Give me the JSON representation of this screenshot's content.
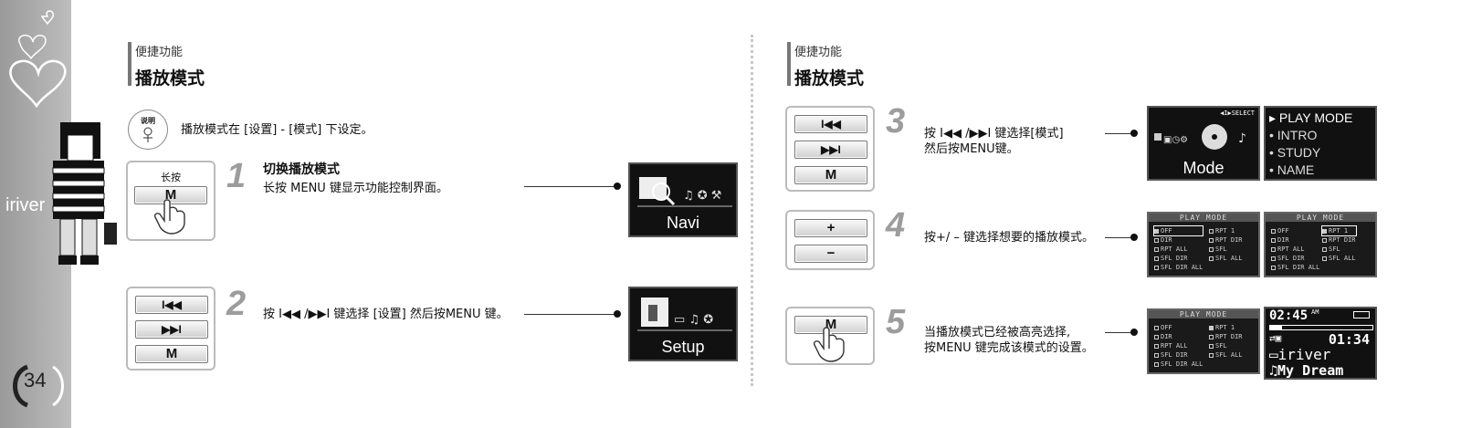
{
  "sidebar": {
    "brand": "iriver",
    "page_number": "34"
  },
  "left": {
    "section_small": "便捷功能",
    "section_title": "播放模式",
    "note_badge": "说明",
    "note_text": "播放模式在 [设置] - [模式] 下设定。",
    "step1": {
      "number": "1",
      "key_caption": "长按",
      "key_label": "M",
      "title": "切换播放模式",
      "text": "长按 MENU 键显示功能控制界面。",
      "screen_label": "Navi"
    },
    "step2": {
      "number": "2",
      "keys": [
        "I◀◀",
        "▶▶I",
        "M"
      ],
      "text": "按 I◀◀ /▶▶I 键选择 [设置] 然后按MENU 键。",
      "screen_label": "Setup"
    }
  },
  "right": {
    "section_small": "便捷功能",
    "section_title": "播放模式",
    "step3": {
      "number": "3",
      "keys": [
        "I◀◀",
        "▶▶I",
        "M"
      ],
      "text_line1": "按 I◀◀ /▶▶I 键选择[模式]",
      "text_line2": "然后按MENU键。",
      "screen_label": "Mode",
      "screen_hint": "◀I▶SELECT",
      "menu_items": [
        "▸ PLAY MODE",
        "• INTRO",
        "• STUDY",
        "• NAME"
      ]
    },
    "step4": {
      "number": "4",
      "keys": [
        "+",
        "−"
      ],
      "text": "按+/ – 键选择想要的播放模式。"
    },
    "step5": {
      "number": "5",
      "key_label": "M",
      "text_line1": "当播放模式已经被高亮选择,",
      "text_line2": "按MENU 键完成该模式的设置。"
    },
    "playmode_screen": {
      "title": "PLAY MODE",
      "items_col1": [
        "OFF",
        "DIR",
        "RPT ALL",
        "SFL DIR",
        "SFL DIR ALL"
      ],
      "items_col2": [
        "RPT 1",
        "RPT DIR",
        "SFL",
        "SFL ALL"
      ]
    },
    "now_playing": {
      "time": "02:45",
      "ampm": "AM",
      "elapsed": "01:34",
      "folder": "iriver",
      "track": "My Dream"
    }
  },
  "colors": {
    "sidebar": "#a8a8a8",
    "screen_bg": "#111111",
    "step_number": "#9c9c9c"
  }
}
